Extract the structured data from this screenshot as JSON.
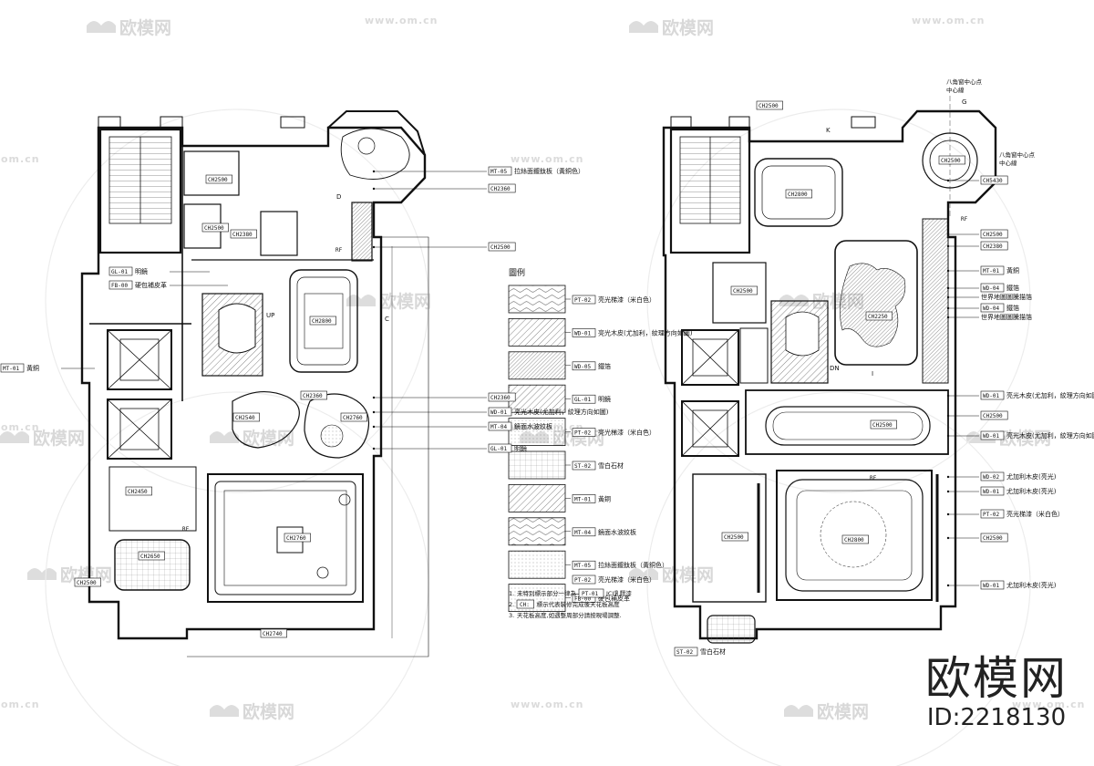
{
  "brand": {
    "name": "欧模网",
    "id": "ID:2218130"
  },
  "watermark": {
    "text": "欧模网",
    "url": "www.om.cn",
    "url_short": "om.cn"
  },
  "legend": {
    "title": "圖例",
    "items": [
      {
        "code": "PT-02",
        "text": "亮光梯漆（米白色）"
      },
      {
        "code": "WD-01",
        "text": "亮光木皮(尤加利，紋理方向如圖)"
      },
      {
        "code": "WD-05",
        "text": "鐵箔"
      },
      {
        "code": "GL-01",
        "text": "明鏡"
      },
      {
        "code": "PT-02",
        "text": "亮光梯漆（米白色）"
      },
      {
        "code": "ST-02",
        "text": "雪白石材"
      },
      {
        "code": "MT-01",
        "text": "黃銅"
      },
      {
        "code": "MT-04",
        "text": "鏡面水波紋板"
      },
      {
        "code": "MT-05",
        "text": "拉絲面鍍鈦板（黃銅色）"
      },
      {
        "code": "FB-00",
        "text": "硬包補皮革"
      }
    ],
    "bottom_label": {
      "code": "PT-02",
      "text": "亮光梯漆（米白色）"
    },
    "notes": [
      {
        "num": "1.",
        "text": "未特別標示部分一律為",
        "code": "PT-01",
        "suffix": "ICI乳膠漆"
      },
      {
        "num": "2.",
        "text": "",
        "code": "CH:",
        "suffix": "標示代表裝修完成後天花板高度"
      },
      {
        "num": "3.",
        "text": "天花板高度,如遇整周部分請按現場調整.",
        "code": "",
        "suffix": ""
      }
    ]
  },
  "left_plan": {
    "callouts_right": [
      {
        "code": "MT-05",
        "text": "拉絲面鍍鈦板（黃銅色）"
      },
      {
        "code": "CH2360",
        "text": ""
      },
      {
        "code": "CH2500",
        "text": ""
      },
      {
        "code": "CH2360",
        "text": ""
      },
      {
        "code": "WD-01",
        "text": "亮光木皮(尤加利，紋理方向如圖)"
      },
      {
        "code": "MT-04",
        "text": "鏡面水波紋板"
      },
      {
        "code": "GL-01",
        "text": "明鏡"
      }
    ],
    "callouts_left": [
      {
        "code": "GL-01",
        "text": "明鏡"
      },
      {
        "code": "FB-00",
        "text": "硬包補皮革"
      },
      {
        "code": "MT-01",
        "text": "黃銅"
      }
    ],
    "ceiling_tags": [
      "CH2500",
      "CH2500",
      "CH2380",
      "CH2800",
      "CH2360",
      "CH2540",
      "CH2760",
      "CH2450",
      "CH2760",
      "CH2650",
      "CH2500",
      "CH2740"
    ],
    "marks": {
      "up": "UP",
      "d": "D",
      "c": "C",
      "rf": "RF"
    }
  },
  "right_plan": {
    "callouts_right": [
      {
        "code": "CH5430",
        "text": ""
      },
      {
        "code": "CH2500",
        "text": ""
      },
      {
        "code": "CH2380",
        "text": ""
      },
      {
        "code": "MT-01",
        "text": "黃銅"
      },
      {
        "code": "WD-04",
        "text": "鐵箔"
      },
      {
        "code": "",
        "text": "世界地圖圖騰描箔"
      },
      {
        "code": "WD-04",
        "text": "鐵箔"
      },
      {
        "code": "",
        "text": "世界地圖圖騰描箔"
      },
      {
        "code": "WD-01",
        "text": "亮光木皮(尤加利，紋理方向如圖)"
      },
      {
        "code": "CH2500",
        "text": ""
      },
      {
        "code": "WD-01",
        "text": "亮光木皮(尤加利，紋理方向如圖)"
      },
      {
        "code": "WD-02",
        "text": "尤加利木皮(亮光)"
      },
      {
        "code": "WD-01",
        "text": "尤加利木皮(亮光)"
      },
      {
        "code": "PT-02",
        "text": "亮光梯漆（米白色）"
      },
      {
        "code": "CH2500",
        "text": ""
      },
      {
        "code": "WD-01",
        "text": "尤加利木皮(亮光)"
      }
    ],
    "callouts_left": [
      {
        "code": "ST-02",
        "text": "雪白石材"
      }
    ],
    "top_notes": [
      "八角窗中心点",
      "中心線",
      "八角窗中心点",
      "中心線"
    ],
    "ceiling_tags": [
      "CH2500",
      "CH2800",
      "CH2500",
      "CH2250",
      "CH2500",
      "CH2500",
      "CH2800",
      "CH2500"
    ],
    "marks": {
      "g": "G",
      "k": "K",
      "rf": "RF",
      "dn": "DN",
      "i": "I"
    }
  }
}
